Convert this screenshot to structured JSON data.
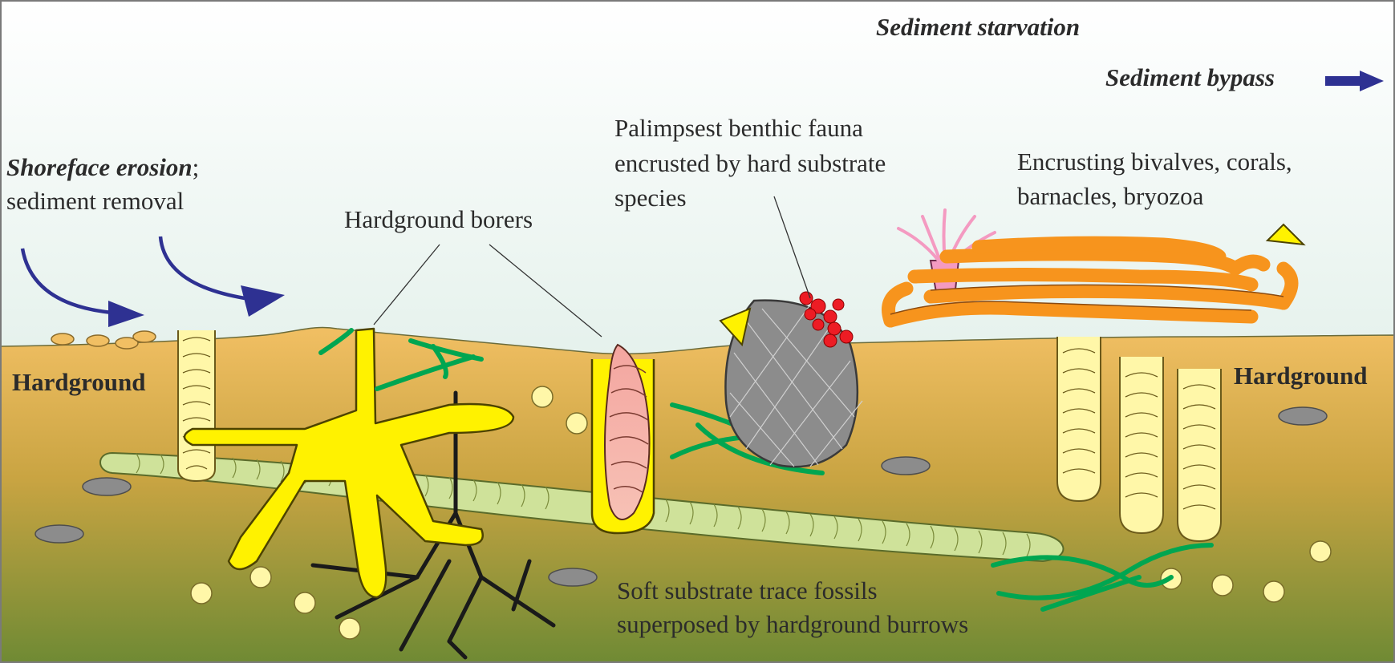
{
  "labels": {
    "sediment_starvation": "Sediment starvation",
    "sediment_bypass": "Sediment bypass",
    "shoreface_erosion": "Shoreface erosion",
    "shoreface_suffix": ";",
    "sediment_removal": "sediment removal",
    "hardground_borers": "Hardground borers",
    "palimpsest_line1": "Palimpsest benthic fauna",
    "palimpsest_line2": "encrusted by hard substrate",
    "palimpsest_line3": "species",
    "encrusting_line1": "Encrusting bivalves, corals,",
    "encrusting_line2": "barnacles, bryozoa",
    "hardground_left": "Hardground",
    "hardground_right": "Hardground",
    "soft_line1": "Soft substrate trace fossils",
    "soft_line2": "superposed by hardground burrows"
  },
  "colors": {
    "sky_top": "#ffffff",
    "sky_bottom": "#cfe6dc",
    "sediment_top": "#f1bf63",
    "sediment_bottom": "#6f8a34",
    "arrow": "#2e3192",
    "yellow_burrow": "#fff200",
    "pale_burrow": "#fff7a8",
    "worm_tube": "#cfe29a",
    "pebble": "#8c8c8c",
    "green_trace": "#00a651",
    "coral_orange": "#f7941d",
    "encruster_red": "#ed1c24",
    "shell_pink": "#f4a6a0",
    "anemone_pink": "#f49ac1"
  },
  "icons": {
    "arrow_left_1": "curved-arrow-icon",
    "arrow_left_2": "curved-arrow-icon",
    "bypass_arrow": "right-arrow-icon"
  }
}
